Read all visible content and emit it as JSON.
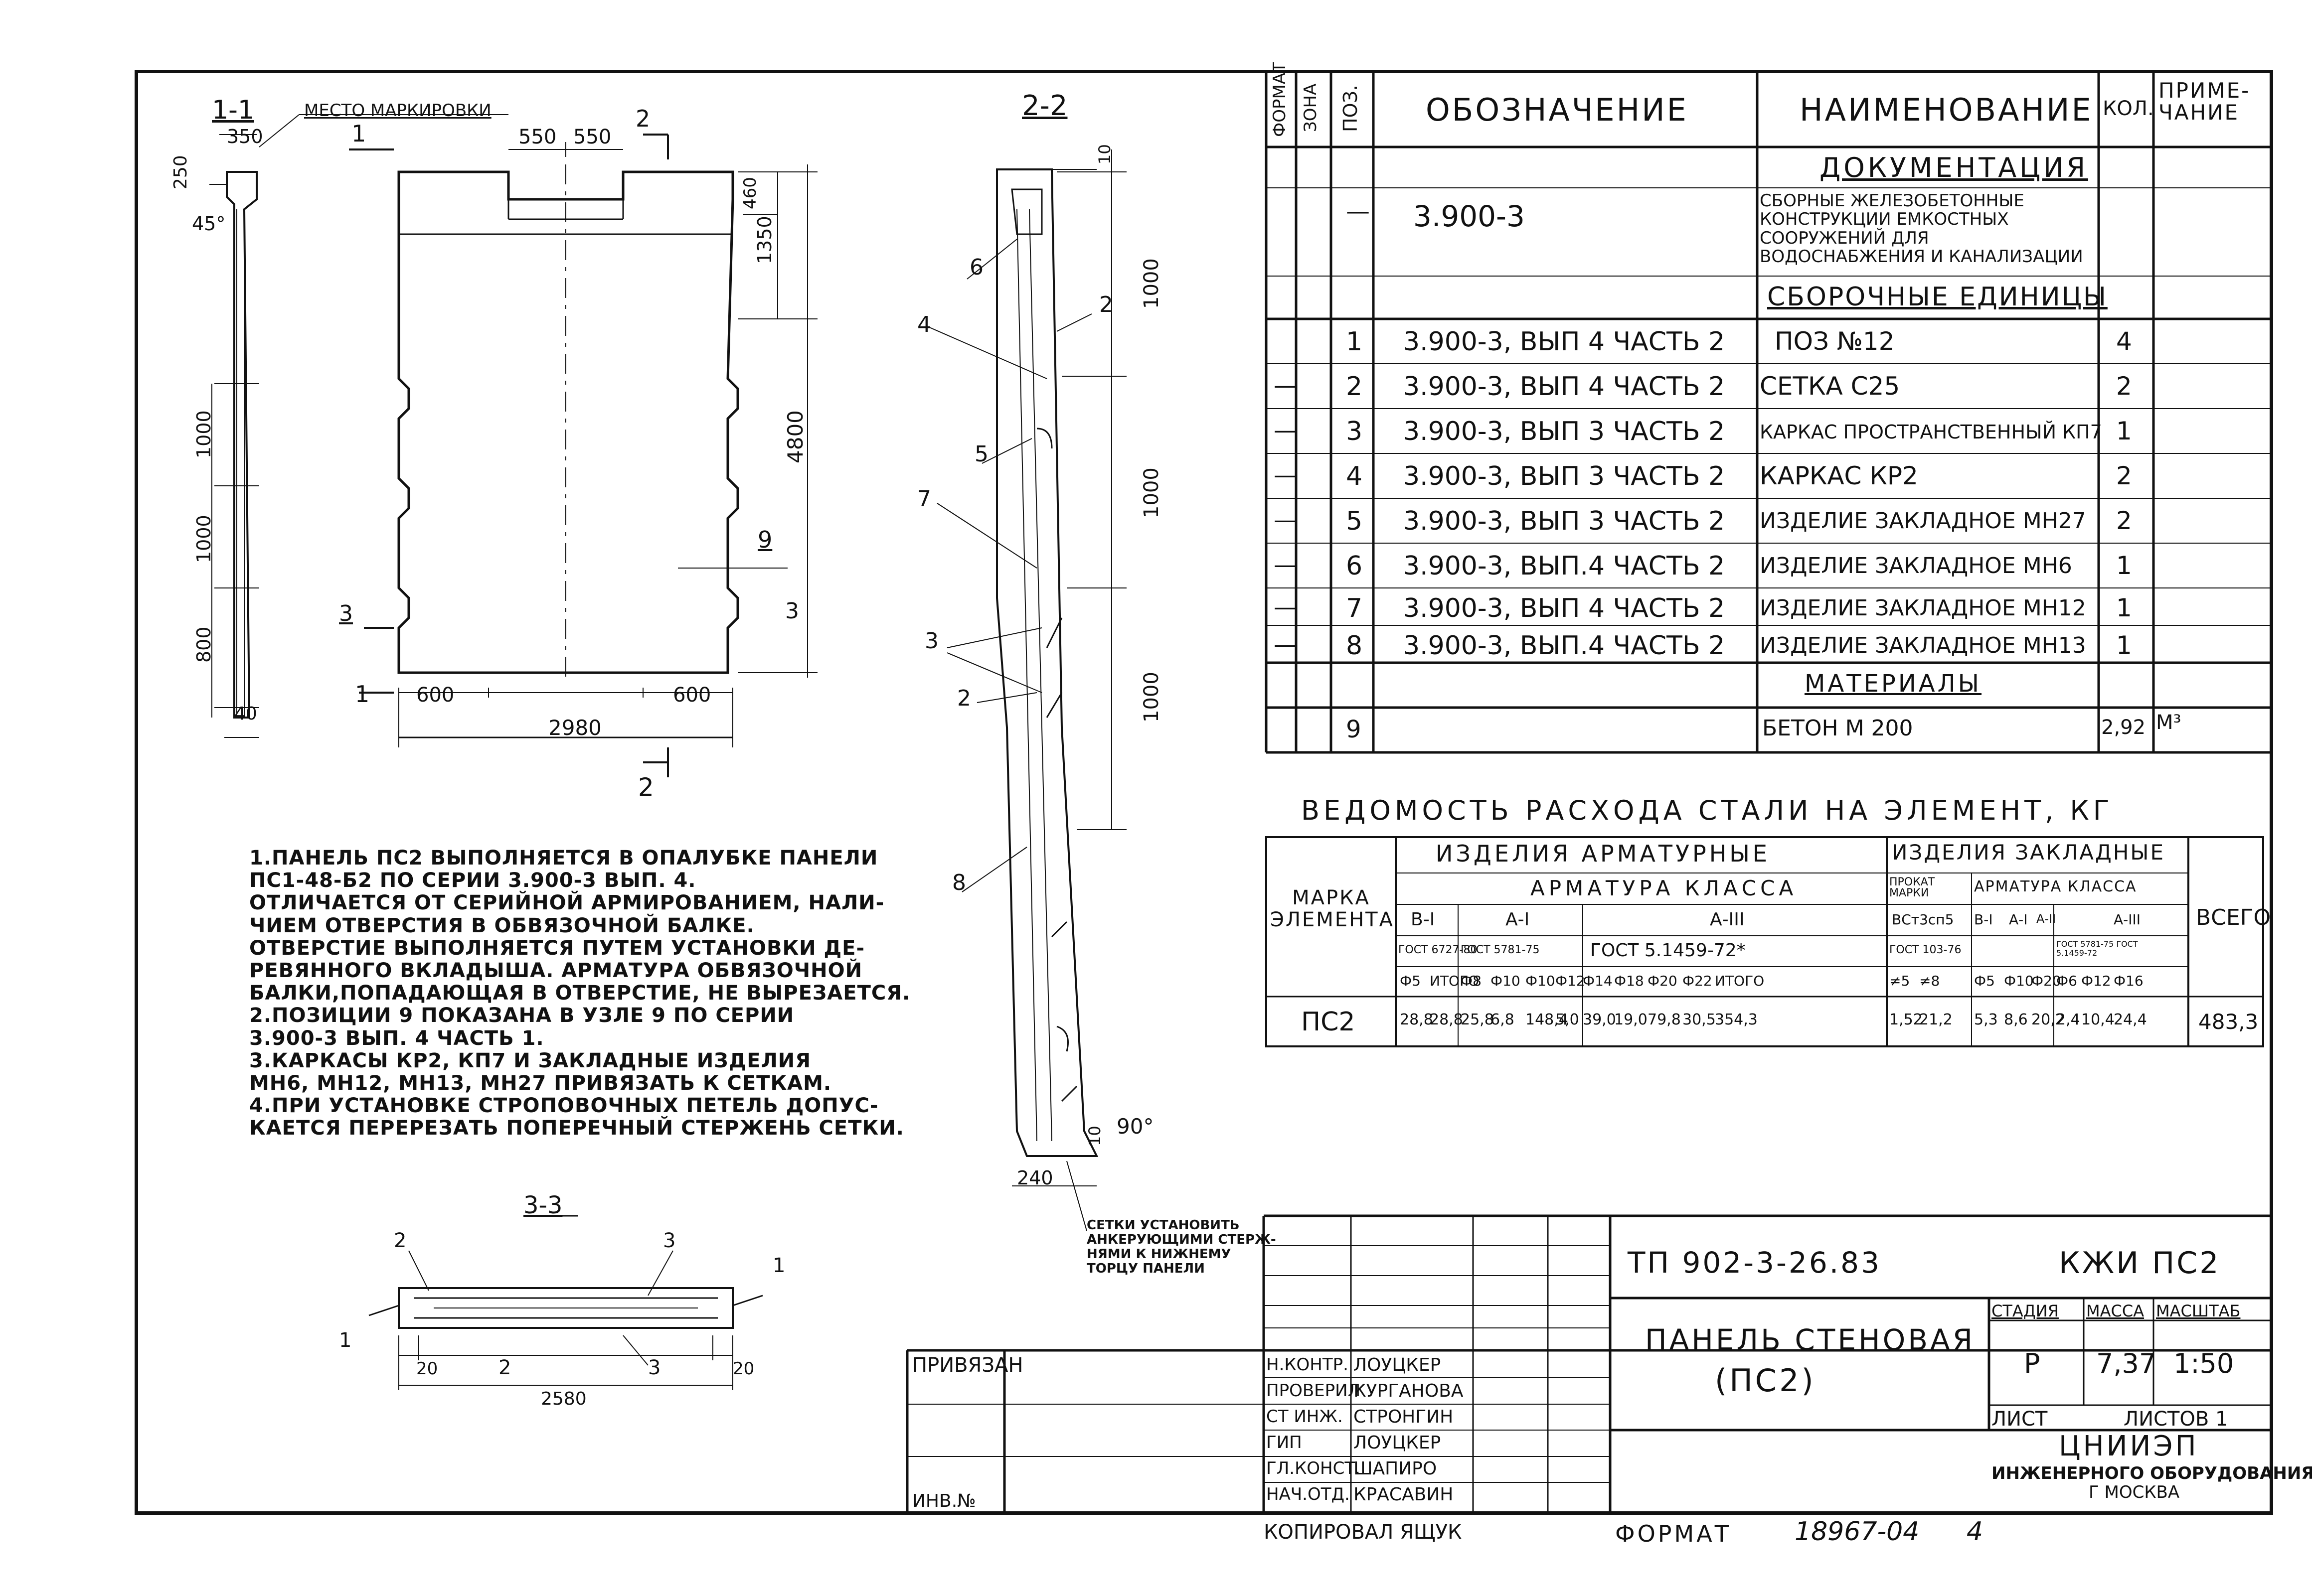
{
  "spec_table": {
    "headers": {
      "format": "ФОРМАТ",
      "zone": "ЗОНА",
      "pos": "ПОЗ.",
      "designation": "ОБОЗНАЧЕНИЕ",
      "name": "НАИМЕНОВАНИЕ",
      "qty": "КОЛ.",
      "note": "ПРИМЕ-ЧАНИЕ"
    },
    "sections": {
      "documentation": "ДОКУМЕНТАЦИЯ",
      "assembly_units": "СБОРОЧНЫЕ ЕДИНИЦЫ",
      "materials": "МАТЕРИАЛЫ"
    },
    "doc_row": {
      "pos": "—",
      "designation": "3.900-3",
      "name": "СБОРНЫЕ ЖЕЛЕЗОБЕТОННЫЕ КОНСТРУКЦИИ ЕМКОСТНЫХ СООРУЖЕНИЙ ДЛЯ ВОДОСНАБЖЕНИЯ И КАНАЛИЗАЦИИ"
    },
    "rows": [
      {
        "zone": "",
        "pos": "1",
        "designation": "3.900-3, ВЫП 4 ЧАСТЬ 2",
        "name": "ПОЗ №12",
        "qty": "4"
      },
      {
        "zone": "—",
        "pos": "2",
        "designation": "3.900-3, ВЫП 4 ЧАСТЬ 2",
        "name": "СЕТКА С25",
        "qty": "2"
      },
      {
        "zone": "—",
        "pos": "3",
        "designation": "3.900-3, ВЫП 3 ЧАСТЬ 2",
        "name": "КАРКАС ПРОСТРАНСТВЕННЫЙ КП7",
        "qty": "1"
      },
      {
        "zone": "—",
        "pos": "4",
        "designation": "3.900-3, ВЫП 3 ЧАСТЬ 2",
        "name": "КАРКАС КР2",
        "qty": "2"
      },
      {
        "zone": "—",
        "pos": "5",
        "designation": "3.900-3, ВЫП 3 ЧАСТЬ 2",
        "name": "ИЗДЕЛИЕ ЗАКЛАДНОЕ МН27",
        "qty": "2"
      },
      {
        "zone": "—",
        "pos": "6",
        "designation": "3.900-3, ВЫП.4 ЧАСТЬ 2",
        "name": "ИЗДЕЛИЕ ЗАКЛАДНОЕ МН6",
        "qty": "1"
      },
      {
        "zone": "—",
        "pos": "7",
        "designation": "3.900-3, ВЫП 4 ЧАСТЬ 2",
        "name": "ИЗДЕЛИЕ ЗАКЛАДНОЕ МН12",
        "qty": "1"
      },
      {
        "zone": "—",
        "pos": "8",
        "designation": "3.900-3, ВЫП.4 ЧАСТЬ 2",
        "name": "ИЗДЕЛИЕ ЗАКЛАДНОЕ МН13",
        "qty": "1"
      }
    ],
    "material_row": {
      "pos": "9",
      "name": "БЕТОН М 200",
      "qty": "2,92",
      "note": "М³"
    }
  },
  "steel": {
    "title": "ВЕДОМОСТЬ РАСХОДА СТАЛИ НА ЭЛЕМЕНТ, КГ",
    "mark_header": "МАРКА ЭЛЕМЕНТА",
    "group1": "ИЗДЕЛИЯ АРМАТУРНЫЕ",
    "group2": "ИЗДЕЛИЯ ЗАКЛАДНЫЕ",
    "armclass": "АРМАТУРА КЛАССА",
    "armclass2": "АРМАТУРА КЛАССА",
    "prokat": "ПРОКАТ МАРКИ",
    "total_header": "ВСЕГО",
    "classes": [
      "В-I",
      "А-I",
      "А-III",
      "ВСт3сп5",
      "В-I",
      "А-I",
      "А-II",
      "А-III"
    ],
    "gosts": [
      "ГОСТ 6727-80",
      "ГОСТ 5781-75",
      "ГОСТ 5.1459-72*",
      "ГОСТ 103-76",
      "ГОСТ 5781-75 ГОСТ 5.1459-72"
    ],
    "subheads": [
      "Ф5",
      "ИТОГО",
      "Ф8",
      "Ф10",
      "Ф10",
      "Ф12",
      "Ф14",
      "Ф18",
      "Ф20",
      "Ф22",
      "ИТОГО",
      "≠5",
      "≠8",
      "Ф5",
      "Ф10",
      "Ф20",
      "Ф6",
      "Ф12",
      "Ф16"
    ],
    "row_mark": "ПС2",
    "values": [
      "28,8",
      "28,8",
      "25,8",
      "6,8",
      "148,4",
      "5,0",
      "39,0",
      "19,0",
      "79,8",
      "30,5",
      "354,3",
      "1,52",
      "21,2",
      "5,3",
      "8,6",
      "20,2",
      "2,4",
      "10,4",
      "24,4"
    ],
    "total": "483,3"
  },
  "notes": [
    "1.ПАНЕЛЬ ПС2 ВЫПОЛНЯЕТСЯ В ОПАЛУБКЕ ПАНЕЛИ",
    "ПС1-48-Б2 ПО СЕРИИ 3.900-3 ВЫП. 4.",
    "ОТЛИЧАЕТСЯ ОТ СЕРИЙНОЙ АРМИРОВАНИЕМ, НАЛИ-",
    "ЧИЕМ ОТВЕРСТИЯ В ОБВЯЗОЧНОЙ БАЛКЕ.",
    "ОТВЕРСТИЕ ВЫПОЛНЯЕТСЯ ПУТЕМ УСТАНОВКИ ДЕ-",
    "РЕВЯННОГО ВКЛАДЫША. АРМАТУРА ОБВЯЗОЧНОЙ",
    "БАЛКИ,ПОПАДАЮЩАЯ В ОТВЕРСТИЕ, НЕ ВЫРЕЗАЕТСЯ.",
    "2.ПОЗИЦИИ 9 ПОКАЗАНА В УЗЛЕ 9 ПО СЕРИИ",
    "3.900-3 ВЫП. 4 ЧАСТЬ 1.",
    "3.КАРКАСЫ КР2, КП7 И ЗАКЛАДНЫЕ ИЗДЕЛИЯ",
    "МН6, МН12, МН13, МН27 ПРИВЯЗАТЬ К СЕТКАМ.",
    "4.ПРИ УСТАНОВКЕ СТРОПОВОЧНЫХ ПЕТЕЛЬ ДОПУС-",
    "КАЕТСЯ ПЕРЕРЕЗАТЬ ПОПЕРЕЧНЫЙ СТЕРЖЕНЬ СЕТКИ."
  ],
  "views": {
    "s11": "1-1",
    "s22": "2-2",
    "s33": "3-3",
    "marking": "МЕСТО МАРКИРОВКИ",
    "dim_350": "350",
    "dim_250": "250",
    "dim_45": "45°",
    "dim_40": "40",
    "dim_1000a": "1000",
    "dim_1000b": "1000",
    "dim_800": "800",
    "dim_550a": "550",
    "dim_550b": "550",
    "dim_460": "460",
    "dim_1350": "1350",
    "dim_4800": "4800",
    "dim_600a": "600",
    "dim_600b": "600",
    "dim_2980": "2980",
    "dim_2580": "2580",
    "dim_20a": "20",
    "dim_20b": "20",
    "dim_10a": "10",
    "dim_10b": "10",
    "dim_90": "90°",
    "dim_240": "240",
    "dim_1000c": "1000",
    "dim_1000d": "1000",
    "dim_1000e": "1000",
    "cut1": "1",
    "cut2": "2",
    "cut3": "3",
    "pos9": "9",
    "p2": "2",
    "p3": "3",
    "p4": "4",
    "p5": "5",
    "p6": "6",
    "p7": "7",
    "p8": "8",
    "p1": "1",
    "mesh_note": [
      "СЕТКИ УСТАНОВИТЬ",
      "АНКЕРУЮЩИМИ СТЕРЖ-",
      "НЯМИ К НИЖНЕМУ",
      "ТОРЦУ ПАНЕЛИ"
    ]
  },
  "title_block": {
    "code": "ТП 902-3-26.83",
    "sheet_code": "КЖИ ПС2",
    "title_l1": "ПАНЕЛЬ СТЕНОВАЯ",
    "title_l2": "(ПС2)",
    "stage_h": "СТАДИЯ",
    "mass_h": "МАССА",
    "scale_h": "МАСШТАБ",
    "stage": "Р",
    "mass": "7,37",
    "scale": "1:50",
    "sheet_h": "ЛИСТ",
    "sheets_h": "ЛИСТОВ 1",
    "org_l1": "ЦНИИЭП",
    "org_l2": "ИНЖЕНЕРНОГО ОБОРУДОВАНИЯ",
    "org_l3": "Г МОСКВА",
    "privyazan": "ПРИВЯЗАН",
    "inv": "ИНВ.№",
    "roles": [
      "Н.КОНТР.",
      "ПРОВЕРИЛ",
      "СТ ИНЖ.",
      "ГИП",
      "ГЛ.КОНСТ.",
      "НАЧ.ОТД."
    ],
    "names": [
      "ЛОУЦКЕР",
      "КУРГАНОВА",
      "СТРОНГИН",
      "ЛОУЦКЕР",
      "ШАПИРО",
      "КРАСАВИН"
    ],
    "copied": "КОПИРОВАЛ ЯЩУК",
    "format": "ФОРМАТ",
    "archive": "18967-04",
    "archive_n": "4"
  }
}
